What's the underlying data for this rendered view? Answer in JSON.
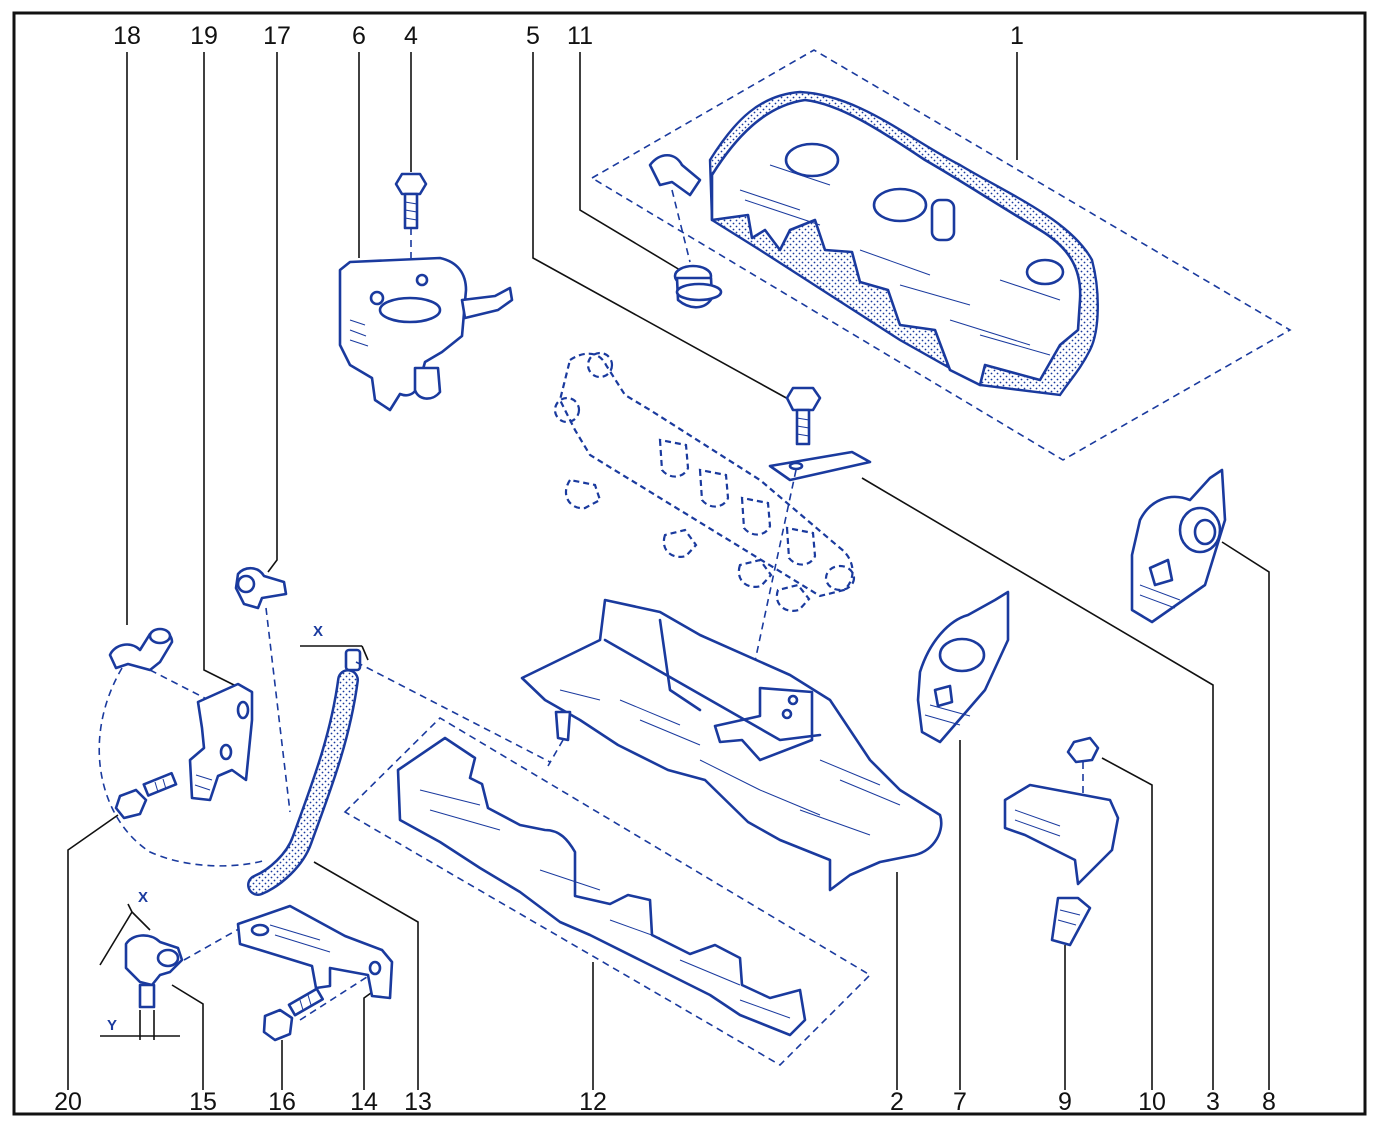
{
  "callouts": {
    "top": [
      {
        "id": "18",
        "label": "18"
      },
      {
        "id": "19",
        "label": "19"
      },
      {
        "id": "17",
        "label": "17"
      },
      {
        "id": "6",
        "label": "6"
      },
      {
        "id": "4",
        "label": "4"
      },
      {
        "id": "5",
        "label": "5"
      },
      {
        "id": "11",
        "label": "11"
      },
      {
        "id": "1",
        "label": "1"
      }
    ],
    "bottom": [
      {
        "id": "20",
        "label": "20"
      },
      {
        "id": "15",
        "label": "15"
      },
      {
        "id": "16",
        "label": "16"
      },
      {
        "id": "14",
        "label": "14"
      },
      {
        "id": "13",
        "label": "13"
      },
      {
        "id": "12",
        "label": "12"
      },
      {
        "id": "2",
        "label": "2"
      },
      {
        "id": "7",
        "label": "7"
      },
      {
        "id": "9",
        "label": "9"
      },
      {
        "id": "10",
        "label": "10"
      },
      {
        "id": "3",
        "label": "3"
      },
      {
        "id": "8",
        "label": "8"
      }
    ]
  },
  "dimensions": {
    "x_hose": "X",
    "x_clip": "X",
    "y_clip": "Y"
  },
  "colors": {
    "linework": "#1a3a9e",
    "callout_text": "#111111",
    "frame": "#111111",
    "background": "#ffffff"
  }
}
